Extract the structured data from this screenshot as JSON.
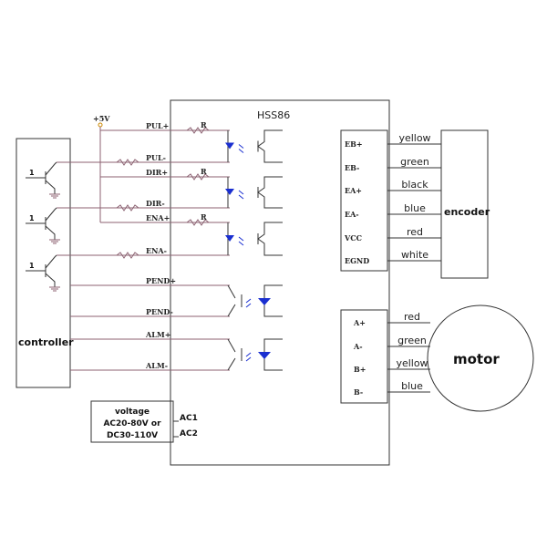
{
  "driver": {
    "title": "HSS86"
  },
  "controller": {
    "label": "controller",
    "supply": "+5V",
    "input_marks": [
      "1",
      "1",
      "1"
    ]
  },
  "signals": [
    {
      "label": "PUL+",
      "resistor": "R"
    },
    {
      "label": "PUL-"
    },
    {
      "label": "DIR+",
      "resistor": "R"
    },
    {
      "label": "DIR-"
    },
    {
      "label": "ENA+",
      "resistor": "R"
    },
    {
      "label": "ENA-"
    },
    {
      "label": "PEND+"
    },
    {
      "label": "PEND-"
    },
    {
      "label": "ALM+"
    },
    {
      "label": "ALM-"
    }
  ],
  "encoder": {
    "label": "encoder",
    "pins": [
      {
        "pin": "EB+",
        "wire": "yellow"
      },
      {
        "pin": "EB-",
        "wire": "green"
      },
      {
        "pin": "EA+",
        "wire": "black"
      },
      {
        "pin": "EA-",
        "wire": "blue"
      },
      {
        "pin": "VCC",
        "wire": "red"
      },
      {
        "pin": "EGND",
        "wire": "white"
      }
    ]
  },
  "motor": {
    "label": "motor",
    "pins": [
      {
        "pin": "A+",
        "wire": "red"
      },
      {
        "pin": "A-",
        "wire": "green"
      },
      {
        "pin": "B+",
        "wire": "yellow"
      },
      {
        "pin": "B-",
        "wire": "blue"
      }
    ]
  },
  "power": {
    "lines": [
      "voltage",
      "AC20-80V or",
      "DC30-110V"
    ],
    "terminals": [
      "AC1",
      "AC2"
    ]
  }
}
